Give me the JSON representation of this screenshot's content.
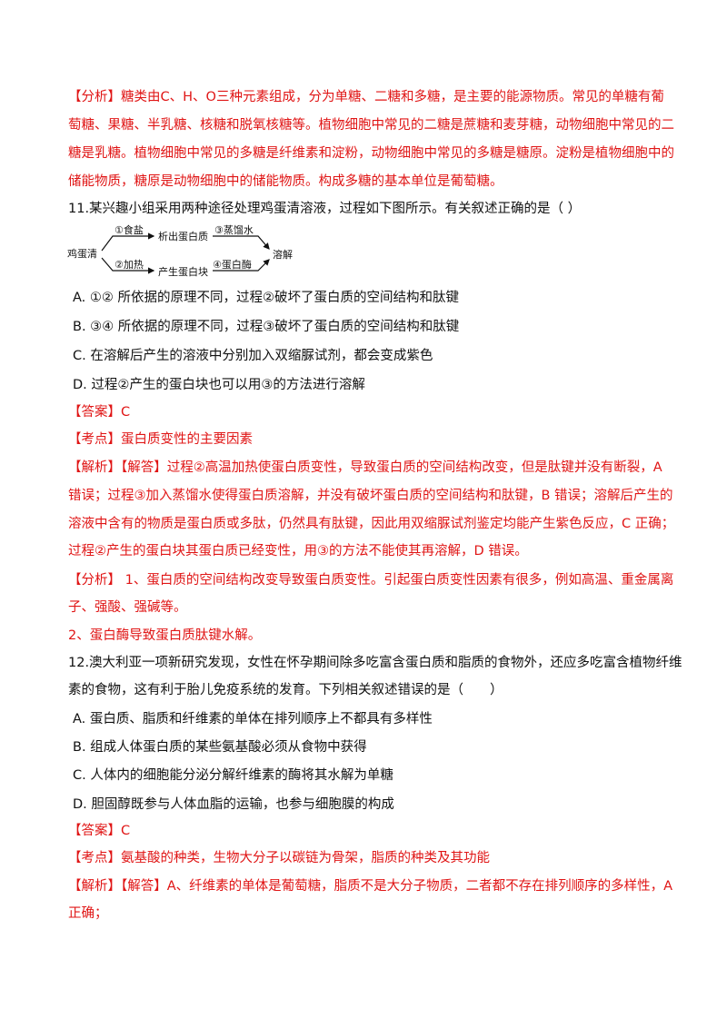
{
  "analysis10": {
    "l1": "【分析】糖类由C、H、O三种元素组成，分为单糖、二糖和多糖，是主要的能源物质。常见的单糖有葡",
    "l2": "萄糖、果糖、半乳糖、核糖和脱氧核糖等。植物细胞中常见的二糖是蔗糖和麦芽糖，动物细胞中常见的二",
    "l3": "糖是乳糖。植物细胞中常见的多糖是纤维素和淀粉，动物细胞中常见的多糖是糖原。淀粉是植物细胞中的",
    "l4": "储能物质，糖原是动物细胞中的储能物质。构成多糖的基本单位是葡萄糖。"
  },
  "q11": {
    "stem": "11.某兴趣小组采用两种途径处理鸡蛋清溶液，过程如下图所示。有关叙述正确的是（ ）",
    "diagram": {
      "start": "鸡蛋清",
      "step1": "①食盐",
      "mid1": "析出蛋白质",
      "step3": "③蒸馏水",
      "end": "溶解",
      "step2": "②加热",
      "mid2": "产生蛋白块",
      "step4": "④蛋白酶"
    },
    "options": [
      "A. ①② 所依据的原理不同，过程②破坏了蛋白质的空间结构和肽键",
      "B. ③④ 所依据的原理不同，过程③破坏了蛋白质的空间结构和肽键",
      "C. 在溶解后产生的溶液中分别加入双缩脲试剂，都会变成紫色",
      "D. 过程②产生的蛋白块也可以用③的方法进行溶解"
    ],
    "answer": "【答案】C",
    "kaodian": "【考点】蛋白质变性的主要因素",
    "jiexi": [
      "【解析】【解答】过程②高温加热使蛋白质变性，导致蛋白质的空间结构改变，但是肽键并没有断裂，A",
      "错误；过程③加入蒸馏水使得蛋白质溶解，并没有破坏蛋白质的空间结构和肽键，B 错误；溶解后产生的",
      "溶液中含有的物质是蛋白质或多肽，仍然具有肽键，因此用双缩脲试剂鉴定均能产生紫色反应，C 正确；",
      "过程②产生的蛋白块其蛋白质已经变性，用③的方法不能使其再溶解，D 错误。"
    ],
    "fenxi": [
      "【分析】 1、蛋白质的空间结构改变导致蛋白质变性。引起蛋白质变性因素有很多，例如高温、重金属离",
      "子、强酸、强碱等。",
      " 2、蛋白酶导致蛋白质肽键水解。"
    ]
  },
  "q12": {
    "stem1": "12.澳大利亚一项新研究发现，女性在怀孕期间除多吃富含蛋白质和脂质的食物外，还应多吃富含植物纤维",
    "stem2": "素的食物，这有利于胎儿免疫系统的发育。下列相关叙述错误的是（　　）",
    "options": [
      "A. 蛋白质、脂质和纤维素的单体在排列顺序上不都具有多样性",
      "B. 组成人体蛋白质的某些氨基酸必须从食物中获得",
      "C. 人体内的细胞能分泌分解纤维素的酶将其水解为单糖",
      "D. 胆固醇既参与人体血脂的运输，也参与细胞膜的构成"
    ],
    "answer": "【答案】C",
    "kaodian": "【考点】氨基酸的种类，生物大分子以碳链为骨架，脂质的种类及其功能",
    "jiexi": [
      "【解析】【解答】A、纤维素的单体是葡萄糖，脂质不是大分子物质，二者都不存在排列顺序的多样性，A",
      "正确；"
    ]
  }
}
